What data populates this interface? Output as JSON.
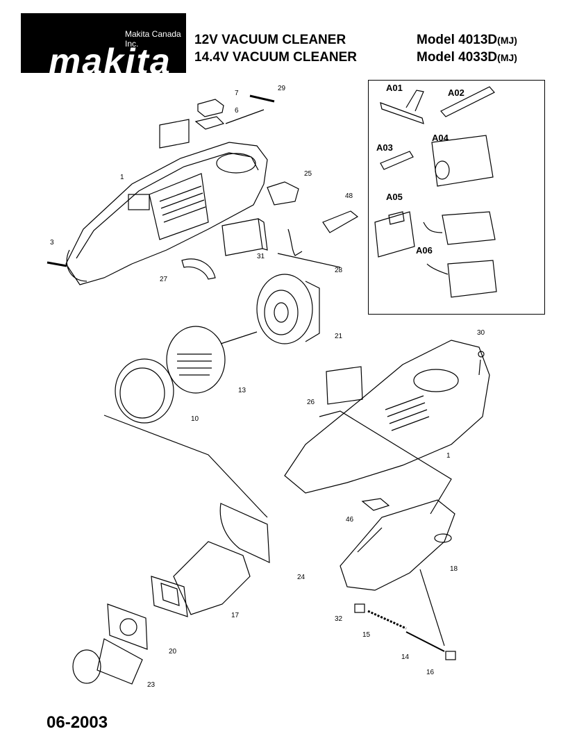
{
  "header": {
    "company": "Makita Canada Inc.",
    "brand": "makita",
    "product_line_1": "12V VACUUM CLEANER",
    "product_line_2": "14.4V VACUUM CLEANER",
    "model_line_1": "Model 4013D",
    "model_line_1_suffix": "(MJ)",
    "model_line_2": "Model 4033D",
    "model_line_2_suffix": "(MJ)"
  },
  "date": "06-2003",
  "parts": {
    "p1a": "1",
    "p1b": "1",
    "p3": "3",
    "p6": "6",
    "p7": "7",
    "p10": "10",
    "p13": "13",
    "p14": "14",
    "p15": "15",
    "p16": "16",
    "p17": "17",
    "p18": "18",
    "p20": "20",
    "p21": "21",
    "p23": "23",
    "p24": "24",
    "p25": "25",
    "p26": "26",
    "p27": "27",
    "p28": "28",
    "p29": "29",
    "p30": "30",
    "p31": "31",
    "p32": "32",
    "p46": "46",
    "p48": "48"
  },
  "accessories": {
    "a01": "A01",
    "a02": "A02",
    "a03": "A03",
    "a04": "A04",
    "a05": "A05",
    "a06": "A06"
  }
}
